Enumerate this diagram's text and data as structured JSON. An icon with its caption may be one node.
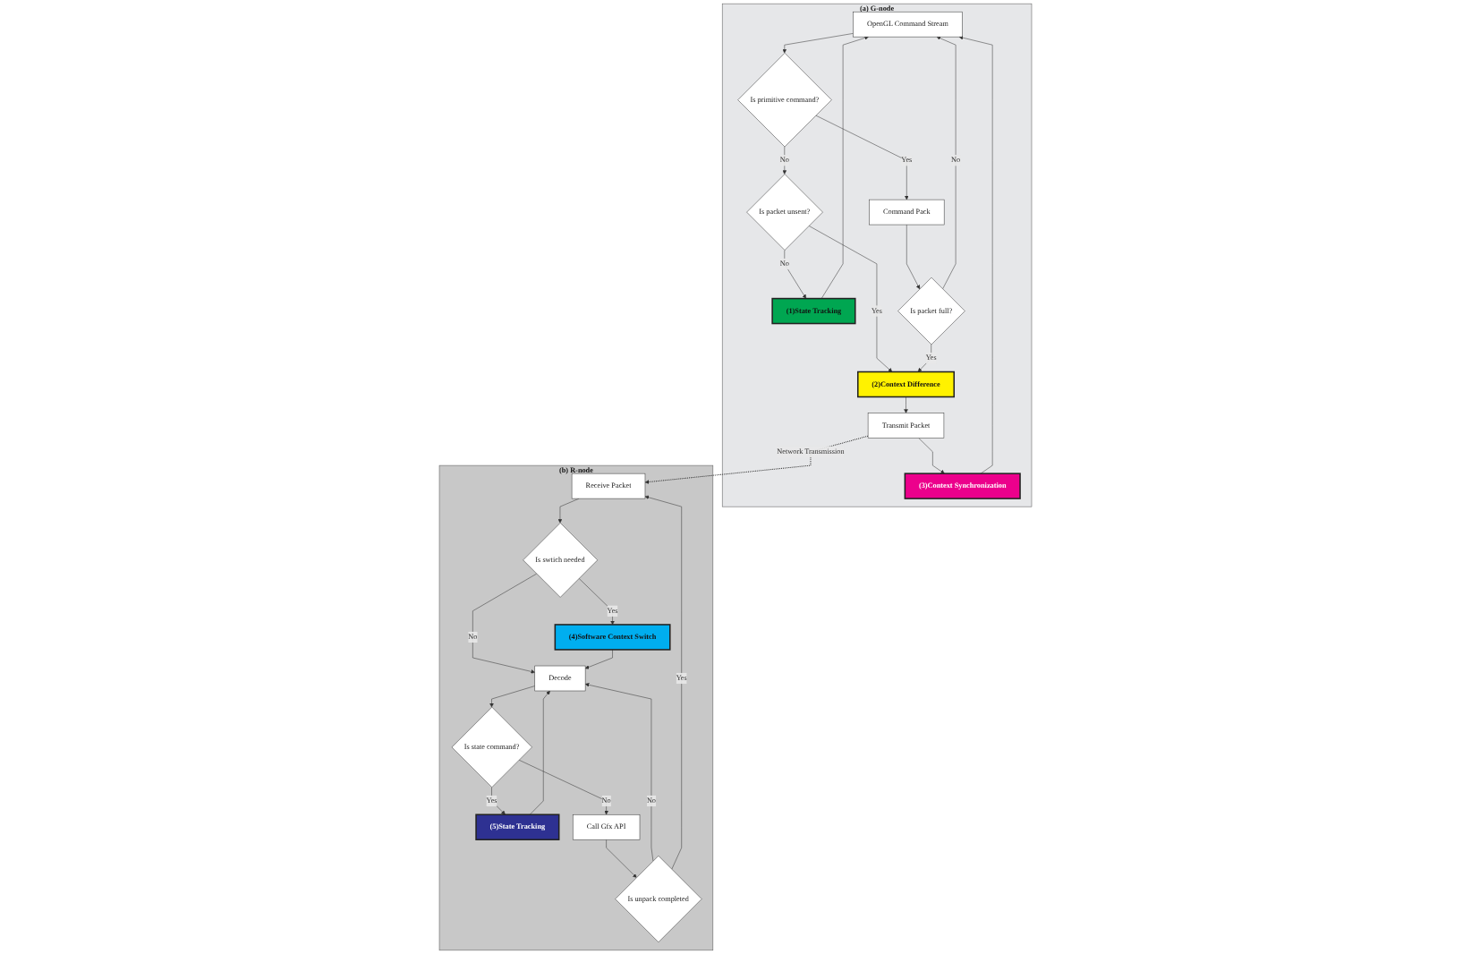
{
  "diagram": {
    "nodes": [
      {
        "text": [
          "(a) G-node"
        ]
      },
      {
        "text": [
          "OpenGL Command Stream"
        ],
        "in": 0
      },
      {
        "text": [
          "(1)State Tracking"
        ],
        "in": 0
      },
      {
        "text": [
          "Is primitive command?"
        ],
        "in": 0
      },
      {
        "text": [
          "Is packet unsent?"
        ],
        "in": 0
      },
      {
        "text": [
          "Command Pack"
        ],
        "in": 0
      },
      {
        "text": [
          "Is packet full?"
        ],
        "in": 0
      },
      {
        "text": [
          "(2)Context Difference"
        ],
        "in": 0
      },
      {
        "text": [
          "Transmit Packet"
        ],
        "in": 0
      },
      {
        "text": [
          "(3)Context Synchronization"
        ],
        "in": 0
      },
      {
        "text": [
          "(b) R-node"
        ]
      },
      {
        "text": [
          "Receive Packet"
        ],
        "in": 10
      },
      {
        "text": [
          "Is swtich needed"
        ],
        "in": 10
      },
      {
        "text": [
          "(4)Software Context Switch"
        ],
        "in": 10
      },
      {
        "text": [
          "Decode"
        ],
        "in": 10
      },
      {
        "text": [
          "Is state command?"
        ],
        "in": 10
      },
      {
        "text": [
          "(5)State Tracking"
        ],
        "in": 10
      },
      {
        "text": [
          "Call Gfx API"
        ],
        "in": 10
      },
      {
        "text": [
          "Is unpack completed"
        ],
        "in": 10
      }
    ],
    "edges": [
      {
        "from": 2,
        "to": 1,
        "arrow": "to"
      },
      {
        "from": 1,
        "to": 3,
        "arrow": "to"
      },
      {
        "from": 3,
        "to": 4,
        "arrow": "to",
        "label": "No"
      },
      {
        "from": 4,
        "to": 2,
        "arrow": "to",
        "label": "No"
      },
      {
        "from": 3,
        "to": 5,
        "arrow": "to",
        "label": "Yes"
      },
      {
        "from": 4,
        "to": 7,
        "arrow": "to",
        "label": "Yes"
      },
      {
        "from": 5,
        "to": 6,
        "arrow": "to"
      },
      {
        "from": 6,
        "to": 7,
        "arrow": "to",
        "label": "Yes"
      },
      {
        "from": 6,
        "to": 1,
        "arrow": "to",
        "label": "No"
      },
      {
        "from": 7,
        "to": 8,
        "arrow": "to"
      },
      {
        "from": 8,
        "to": 9,
        "arrow": "to"
      },
      {
        "from": 9,
        "to": 1,
        "arrow": "to"
      },
      {
        "from": 8,
        "to": 11,
        "arrow": "to",
        "label": "Network Transmission",
        "style": "dashed"
      },
      {
        "from": 11,
        "to": 12,
        "arrow": "to"
      },
      {
        "from": 12,
        "to": 13,
        "arrow": "to",
        "label": "Yes"
      },
      {
        "from": 12,
        "to": 14,
        "arrow": "to",
        "label": "No"
      },
      {
        "from": 13,
        "to": 14,
        "arrow": "to"
      },
      {
        "from": 14,
        "to": 15,
        "arrow": "to"
      },
      {
        "from": 15,
        "to": 16,
        "arrow": "to",
        "label": "Yes"
      },
      {
        "from": 16,
        "to": 14,
        "arrow": "to"
      },
      {
        "from": 15,
        "to": 17,
        "arrow": "to",
        "label": "No"
      },
      {
        "from": 17,
        "to": 18,
        "arrow": "to"
      },
      {
        "from": 18,
        "to": 14,
        "arrow": "to",
        "label": "No"
      },
      {
        "from": 18,
        "to": 11,
        "arrow": "to",
        "label": "Yes"
      }
    ]
  }
}
